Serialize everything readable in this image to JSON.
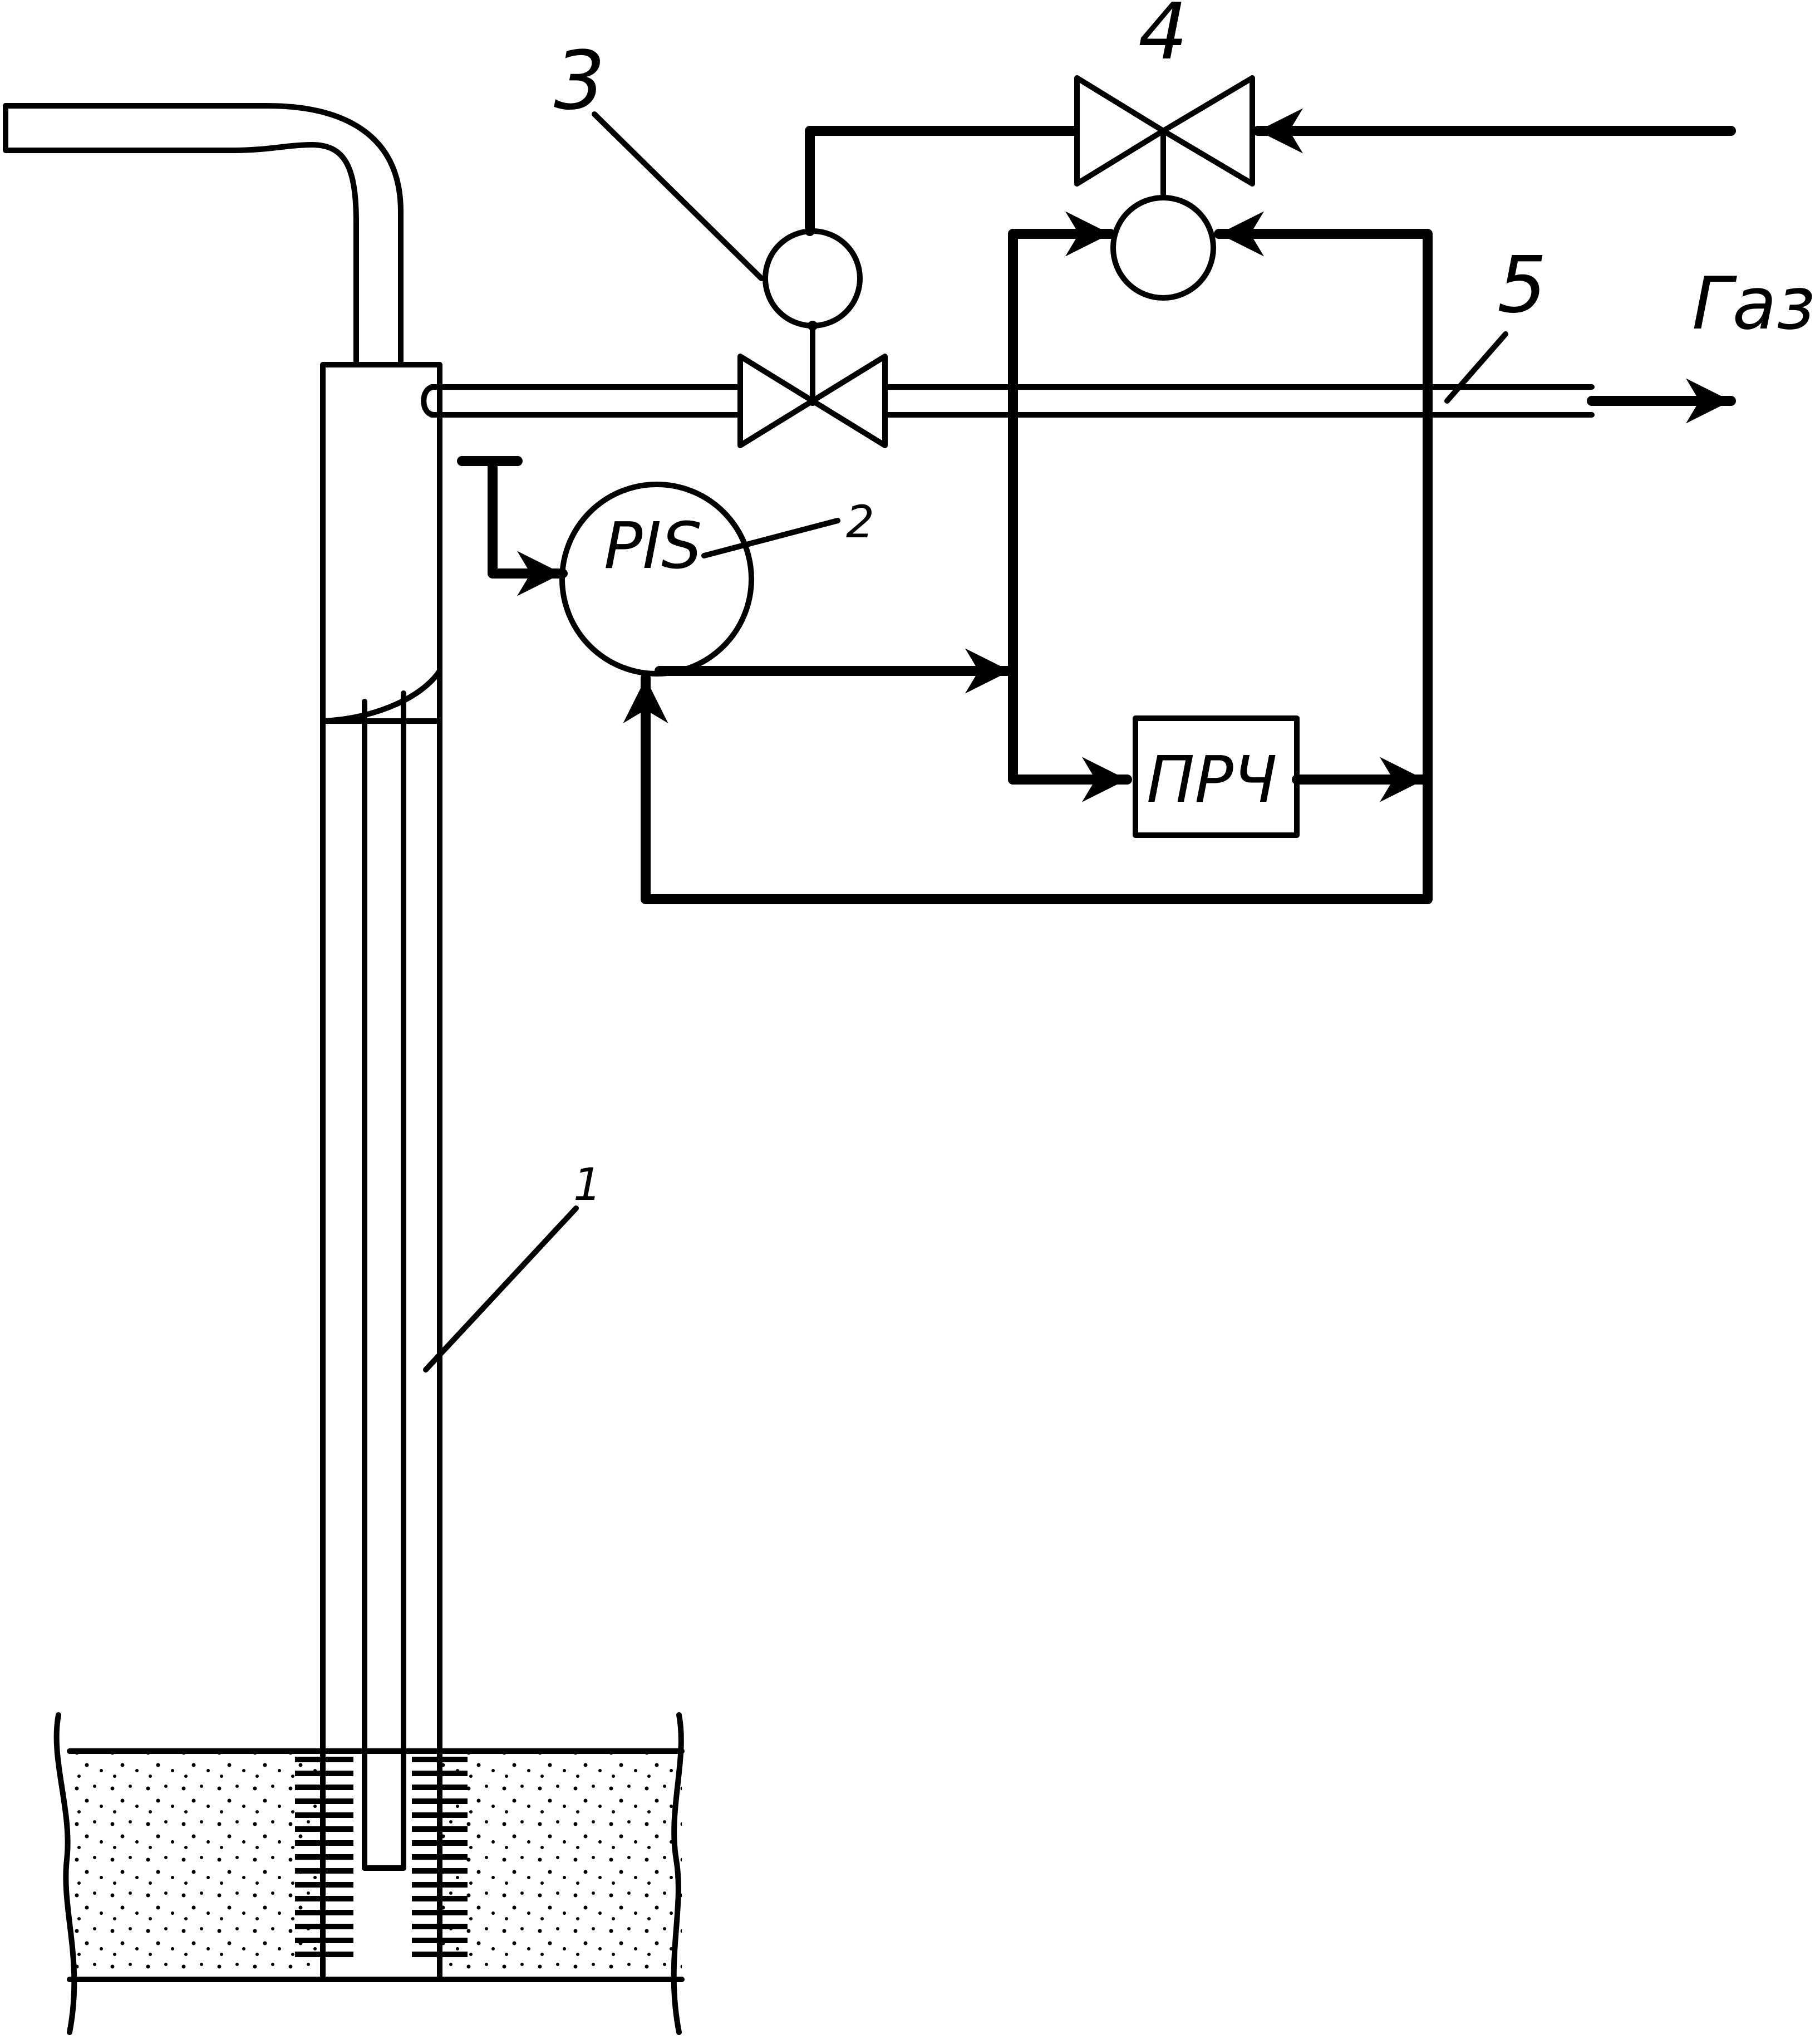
{
  "labels": {
    "valve_3": "3",
    "valve_4": "4",
    "pipe_5": "5",
    "gas": "Газ",
    "transmitter_tag": "PIS",
    "transmitter_number": "2",
    "controller": "ПРЧ",
    "well_tubing": "1"
  },
  "colors": {
    "line": "#000000",
    "background": "#ffffff"
  }
}
